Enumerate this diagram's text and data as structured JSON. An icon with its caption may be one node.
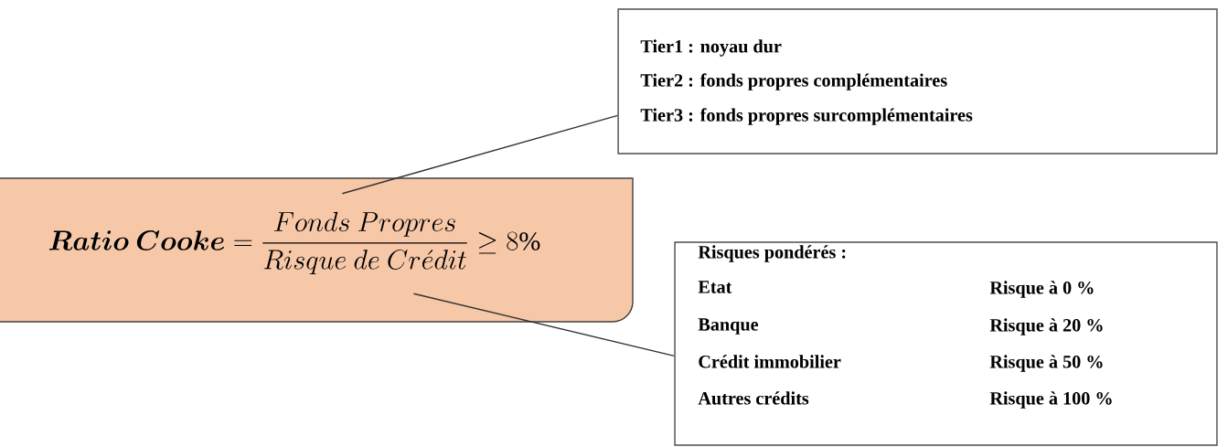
{
  "diagram": {
    "nodes": [
      {
        "text": [
          "\\bm{Ratio\\ Cooke} = \\frac{Fonds\\ Propres}{Risque\\ de\\ Cr\\acute{e}dit} \\geq 8\\%"
        ]
      },
      {
        "text": [
          "Tier1 : noyau dur",
          "Tier2 : fonds propres complémentaires",
          "Tier3 : fonds propres surcomplémentaires"
        ]
      },
      {
        "text": [
          "Risques pondérés :",
          "Etat",
          "Risque à 0 %",
          "Banque",
          "Risque à 20 %",
          "Crédit immobilier",
          "Risque à 50 %",
          "Autres crédits",
          "Risque à 100 %"
        ]
      }
    ],
    "edges": [
      {
        "from": 0,
        "to": 1,
        "arrow": "none"
      },
      {
        "from": 0,
        "to": 2,
        "arrow": "none"
      }
    ]
  }
}
